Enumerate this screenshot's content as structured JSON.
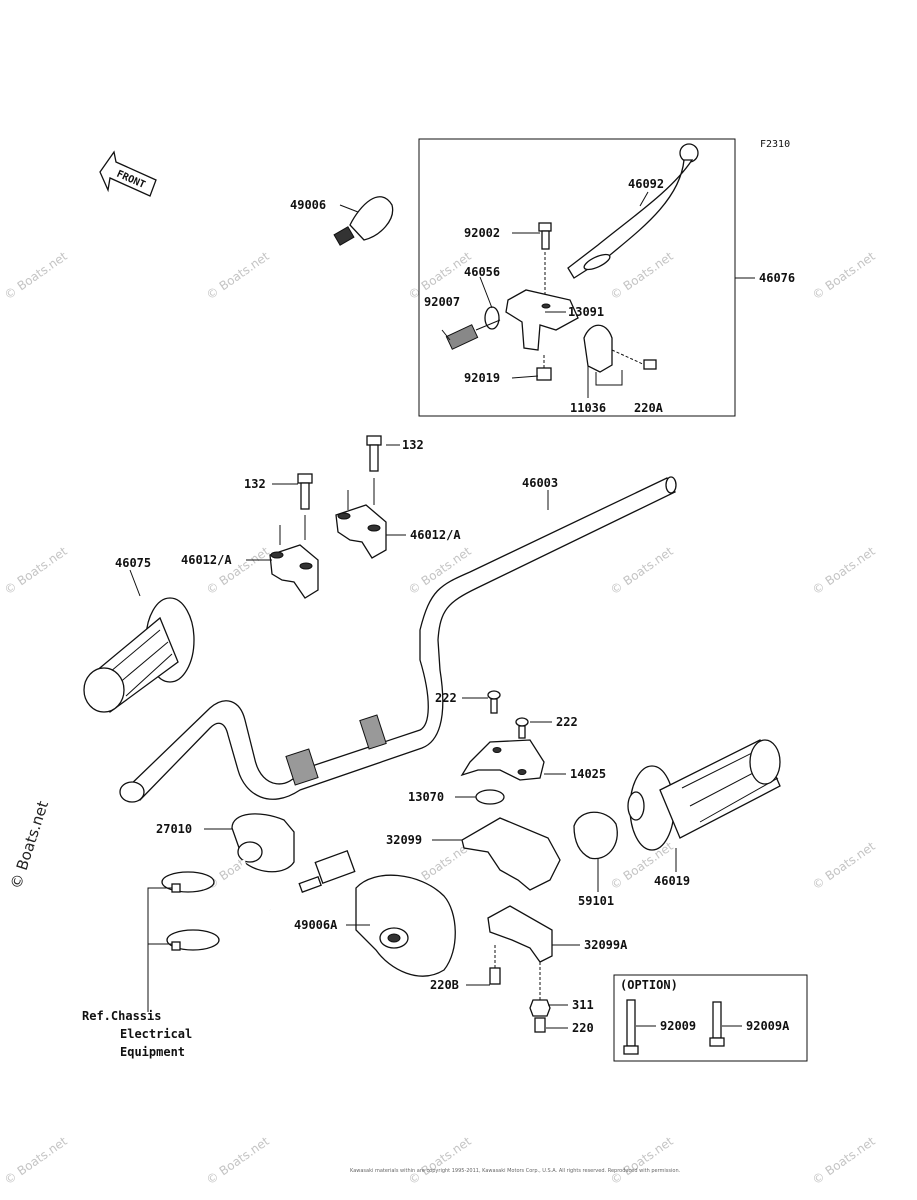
{
  "figure_code": "F2310",
  "front_label": "FRONT",
  "option_label": "(OPTION)",
  "ref_note": [
    "Ref.Chassis",
    "Electrical",
    "Equipment"
  ],
  "watermark": "© Boats.net",
  "copyright": "Kawasaki materials within are copyright 1995-2011, Kawasaki Motors Corp., U.S.A. All rights reserved. Reproduced with permission.",
  "parts": {
    "p46076": "46076",
    "p46092": "46092",
    "p92002": "92002",
    "p46056": "46056",
    "p13091": "13091",
    "p92007": "92007",
    "p92019": "92019",
    "p11036": "11036",
    "p220A": "220A",
    "p49006": "49006",
    "p132a": "132",
    "p132b": "132",
    "p46003": "46003",
    "p46012a": "46012/A",
    "p46012b": "46012/A",
    "p46075": "46075",
    "p222a": "222",
    "p222b": "222",
    "p14025": "14025",
    "p13070": "13070",
    "p27010": "27010",
    "p32099": "32099",
    "p59101": "59101",
    "p46019": "46019",
    "p49006A": "49006A",
    "p32099A": "32099A",
    "p220B": "220B",
    "p311": "311",
    "p220": "220",
    "p92009": "92009",
    "p92009A": "92009A"
  }
}
